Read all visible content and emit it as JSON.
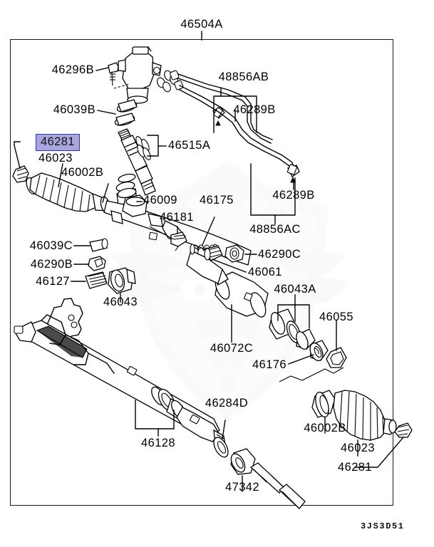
{
  "sheet": {
    "code": "3JS3D51",
    "assembly_label": "46504A"
  },
  "labels": {
    "l_46504A": "46504A",
    "l_46296B": "46296B",
    "l_48856AB": "48856AB",
    "l_46289B_top": "46289B",
    "l_46039B": "46039B",
    "l_46515A": "46515A",
    "l_46281_selected": "46281",
    "l_46023_left": "46023",
    "l_46002B_left": "46002B",
    "l_46009": "46009",
    "l_46175": "46175",
    "l_46181": "46181",
    "l_46289B_mid": "46289B",
    "l_48856AC": "48856AC",
    "l_46039C": "46039C",
    "l_46290B": "46290B",
    "l_46127": "46127",
    "l_46290C": "46290C",
    "l_46061": "46061",
    "l_46043": "46043",
    "l_46043A": "46043A",
    "l_46055": "46055",
    "l_46072C": "46072C",
    "l_46176": "46176",
    "l_46128": "46128",
    "l_46284D": "46284D",
    "l_46002B_right": "46002B",
    "l_46023_right": "46023",
    "l_46281_right": "46281",
    "l_47342": "47342"
  },
  "colors": {
    "line": "#000000",
    "frame": "#1a1a1a",
    "highlight_fill": "#a9a6dd",
    "highlight_border": "#3333a8",
    "background": "#ffffff",
    "watermark": "#d8d8d8"
  }
}
